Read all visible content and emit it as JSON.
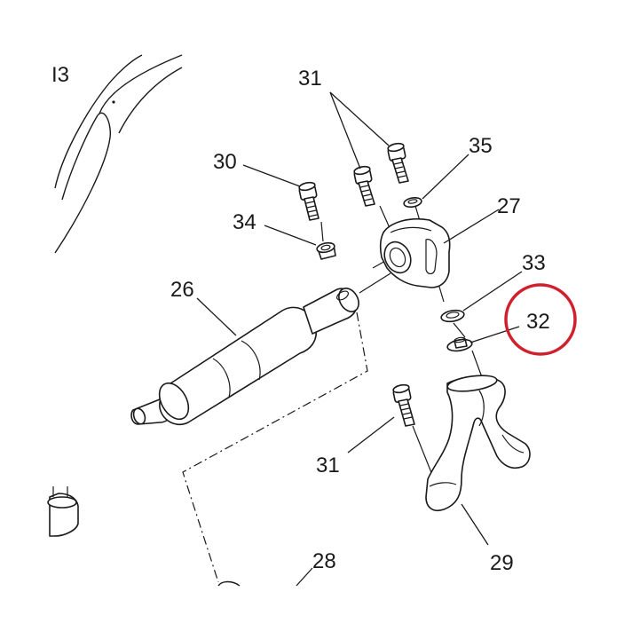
{
  "callouts": {
    "c13": "I3",
    "c31_top": "31",
    "c30": "30",
    "c35": "35",
    "c27": "27",
    "c34": "34",
    "c33": "33",
    "c26": "26",
    "c32": "32",
    "c31_bottom": "31",
    "c28": "28",
    "c29": "29"
  },
  "highlight": {
    "target_callout": "32",
    "ring_color": "#d0202e"
  },
  "colors": {
    "line": "#1a1a1a",
    "background": "#ffffff"
  }
}
